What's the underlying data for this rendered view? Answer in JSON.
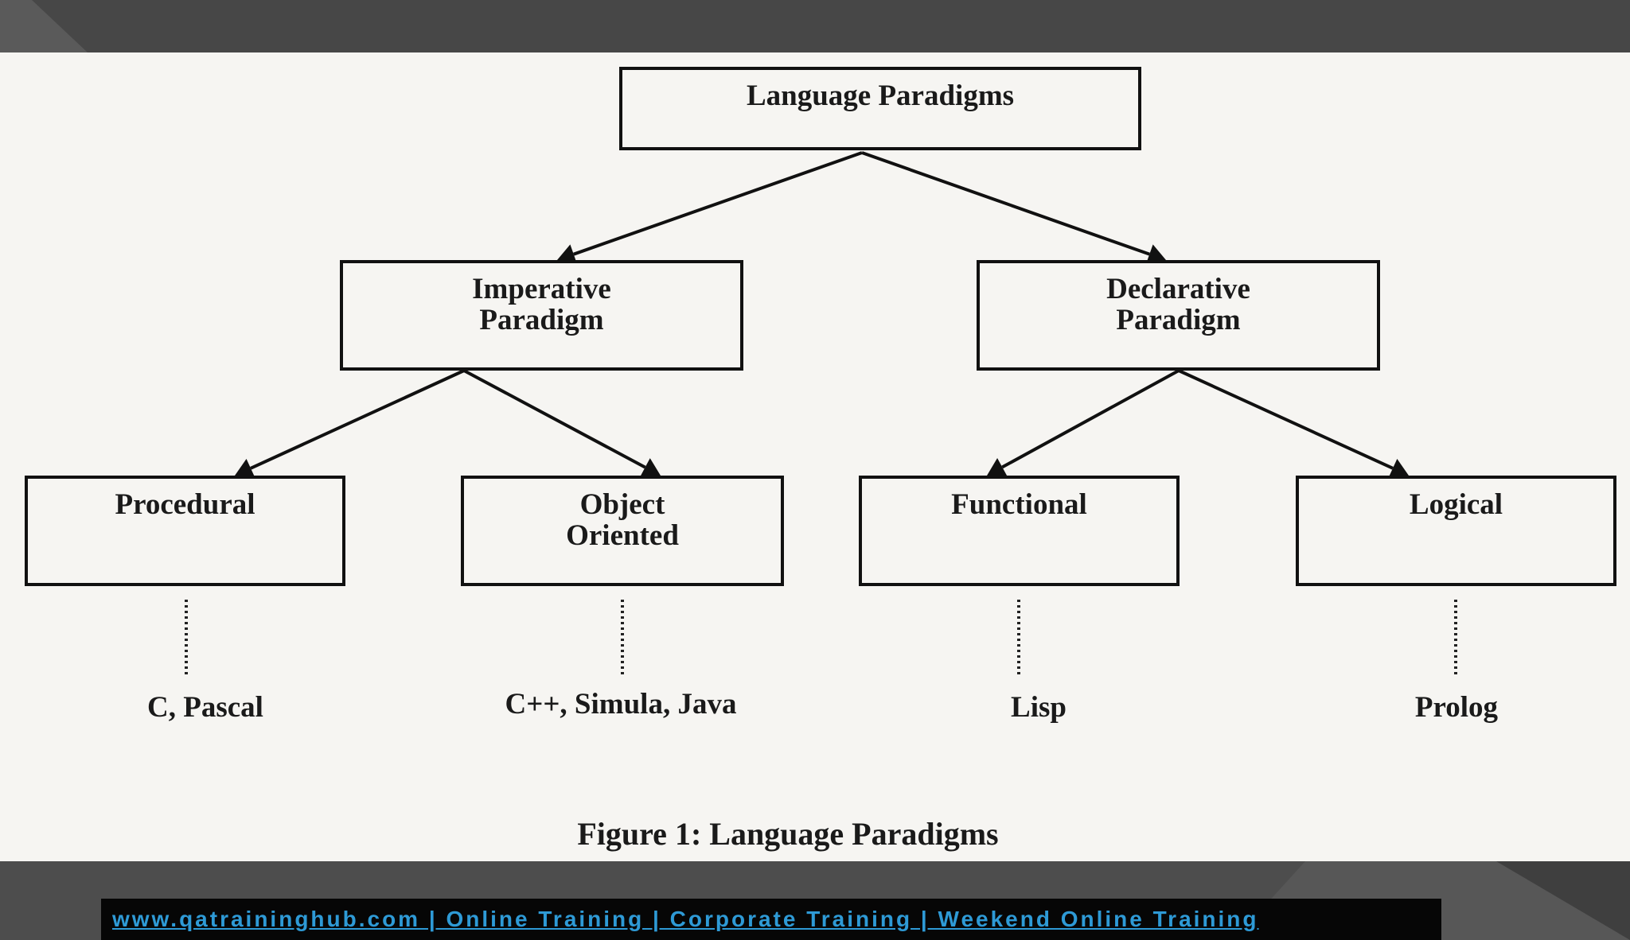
{
  "diagram": {
    "nodes": [
      {
        "id": "root",
        "lines": [
          "Language Paradigms"
        ]
      },
      {
        "id": "imperative",
        "lines": [
          "Imperative",
          "Paradigm"
        ]
      },
      {
        "id": "declarative",
        "lines": [
          "Declarative",
          "Paradigm"
        ]
      },
      {
        "id": "procedural",
        "lines": [
          "Procedural"
        ]
      },
      {
        "id": "object-oriented",
        "lines": [
          "Object",
          "Oriented"
        ]
      },
      {
        "id": "functional",
        "lines": [
          "Functional"
        ]
      },
      {
        "id": "logical",
        "lines": [
          "Logical"
        ]
      }
    ],
    "edges": [
      {
        "from": "root",
        "to": "imperative"
      },
      {
        "from": "root",
        "to": "declarative"
      },
      {
        "from": "imperative",
        "to": "procedural"
      },
      {
        "from": "imperative",
        "to": "object-oriented"
      },
      {
        "from": "declarative",
        "to": "functional"
      },
      {
        "from": "declarative",
        "to": "logical"
      }
    ],
    "examples": [
      {
        "node": "procedural",
        "text": "C, Pascal"
      },
      {
        "node": "object-oriented",
        "text": "C++, Simula, Java"
      },
      {
        "node": "functional",
        "text": "Lisp"
      },
      {
        "node": "logical",
        "text": "Prolog"
      }
    ],
    "caption": "Figure 1: Language Paradigms"
  },
  "footer": {
    "text": "www.qatraininghub.com | Online Training | Corporate Training | Weekend Online Training",
    "link_color": "#2e9ad6"
  },
  "colors": {
    "frame": "#4a4a4a",
    "figure_background": "#f6f5f2",
    "ink": "#111111"
  }
}
